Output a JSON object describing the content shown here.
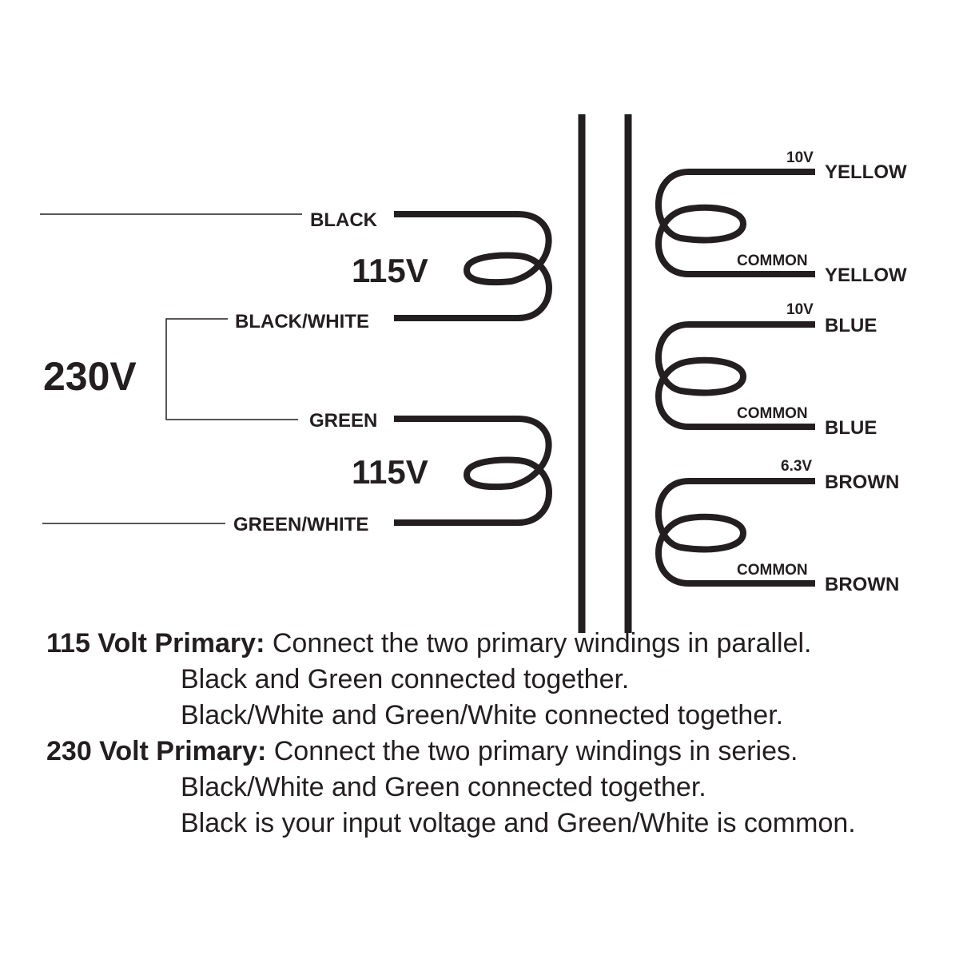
{
  "supply": {
    "label": "230V"
  },
  "primary": {
    "upper": {
      "voltage": "115V",
      "start_lead": "BLACK",
      "end_lead": "BLACK/WHITE"
    },
    "lower": {
      "voltage": "115V",
      "start_lead": "GREEN",
      "end_lead": "GREEN/WHITE"
    }
  },
  "secondary": [
    {
      "voltage": "10V",
      "top_lead": "YELLOW",
      "common_label": "COMMON",
      "bottom_lead": "YELLOW"
    },
    {
      "voltage": "10V",
      "top_lead": "BLUE",
      "common_label": "COMMON",
      "bottom_lead": "BLUE"
    },
    {
      "voltage": "6.3V",
      "top_lead": "BROWN",
      "common_label": "COMMON",
      "bottom_lead": "BROWN"
    }
  ],
  "notes": {
    "p115": {
      "heading": "115 Volt Primary:",
      "text": " Connect the two primary windings in parallel.",
      "line2": "Black and Green connected together.",
      "line3": "Black/White and Green/White connected together."
    },
    "p230": {
      "heading": "230 Volt Primary:",
      "text": " Connect the two primary windings in series.",
      "line2": "Black/White and Green connected together.",
      "line3": "Black is your input voltage and Green/White is common."
    }
  }
}
